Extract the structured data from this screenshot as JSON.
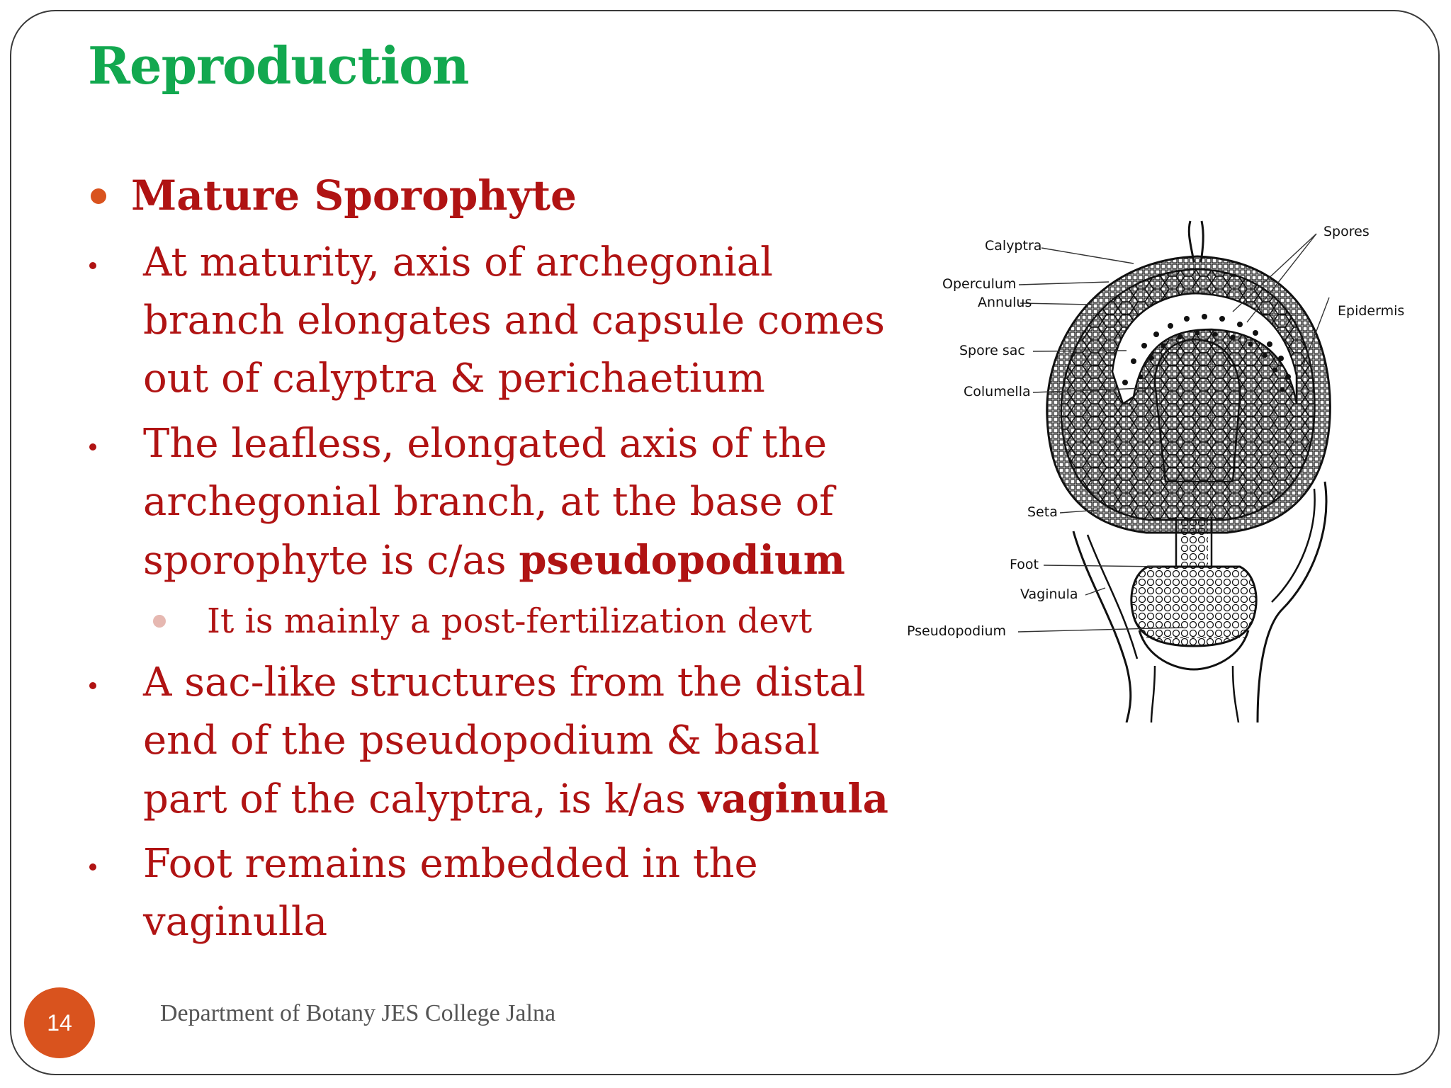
{
  "slide": {
    "title": "Reproduction",
    "page_number": "14",
    "footer": "Department of Botany JES College Jalna"
  },
  "bullets": {
    "heading": "Mature Sporophyte",
    "b1": {
      "line1": "At maturity, axis of archegonial",
      "line2": "branch elongates and capsule comes",
      "line3": "out of calyptra & perichaetium"
    },
    "b2": {
      "line1": "The leafless, elongated axis of the",
      "line2": "archegonial branch, at the base of",
      "line3_prefix": "sporophyte is c/as ",
      "line3_bold": "pseudopodium"
    },
    "sub1": "It is mainly a post-fertilization devt",
    "b3": {
      "line1": "A sac-like structures from the distal",
      "line2": "end of the pseudopodium & basal",
      "line3_prefix": "part of the calyptra, is k/as ",
      "line3_bold": "vaginula"
    },
    "b4": {
      "line1": "Foot remains embedded in the",
      "line2": "vaginulla"
    }
  },
  "figure": {
    "labels": {
      "calyptra": "Calyptra",
      "operculum": "Operculum",
      "annulus": "Annulus",
      "spore_sac": "Spore sac",
      "columella": "Columella",
      "seta": "Seta",
      "foot": "Foot",
      "vaginula": "Vaginula",
      "pseudopodium": "Pseudopodium",
      "spores": "Spores",
      "epidermis": "Epidermis"
    }
  },
  "colors": {
    "title": "#12a84f",
    "body_text": "#b01313",
    "accent": "#d9531e",
    "sub_bullet": "#e6b8b1",
    "footer_text": "#555555"
  }
}
